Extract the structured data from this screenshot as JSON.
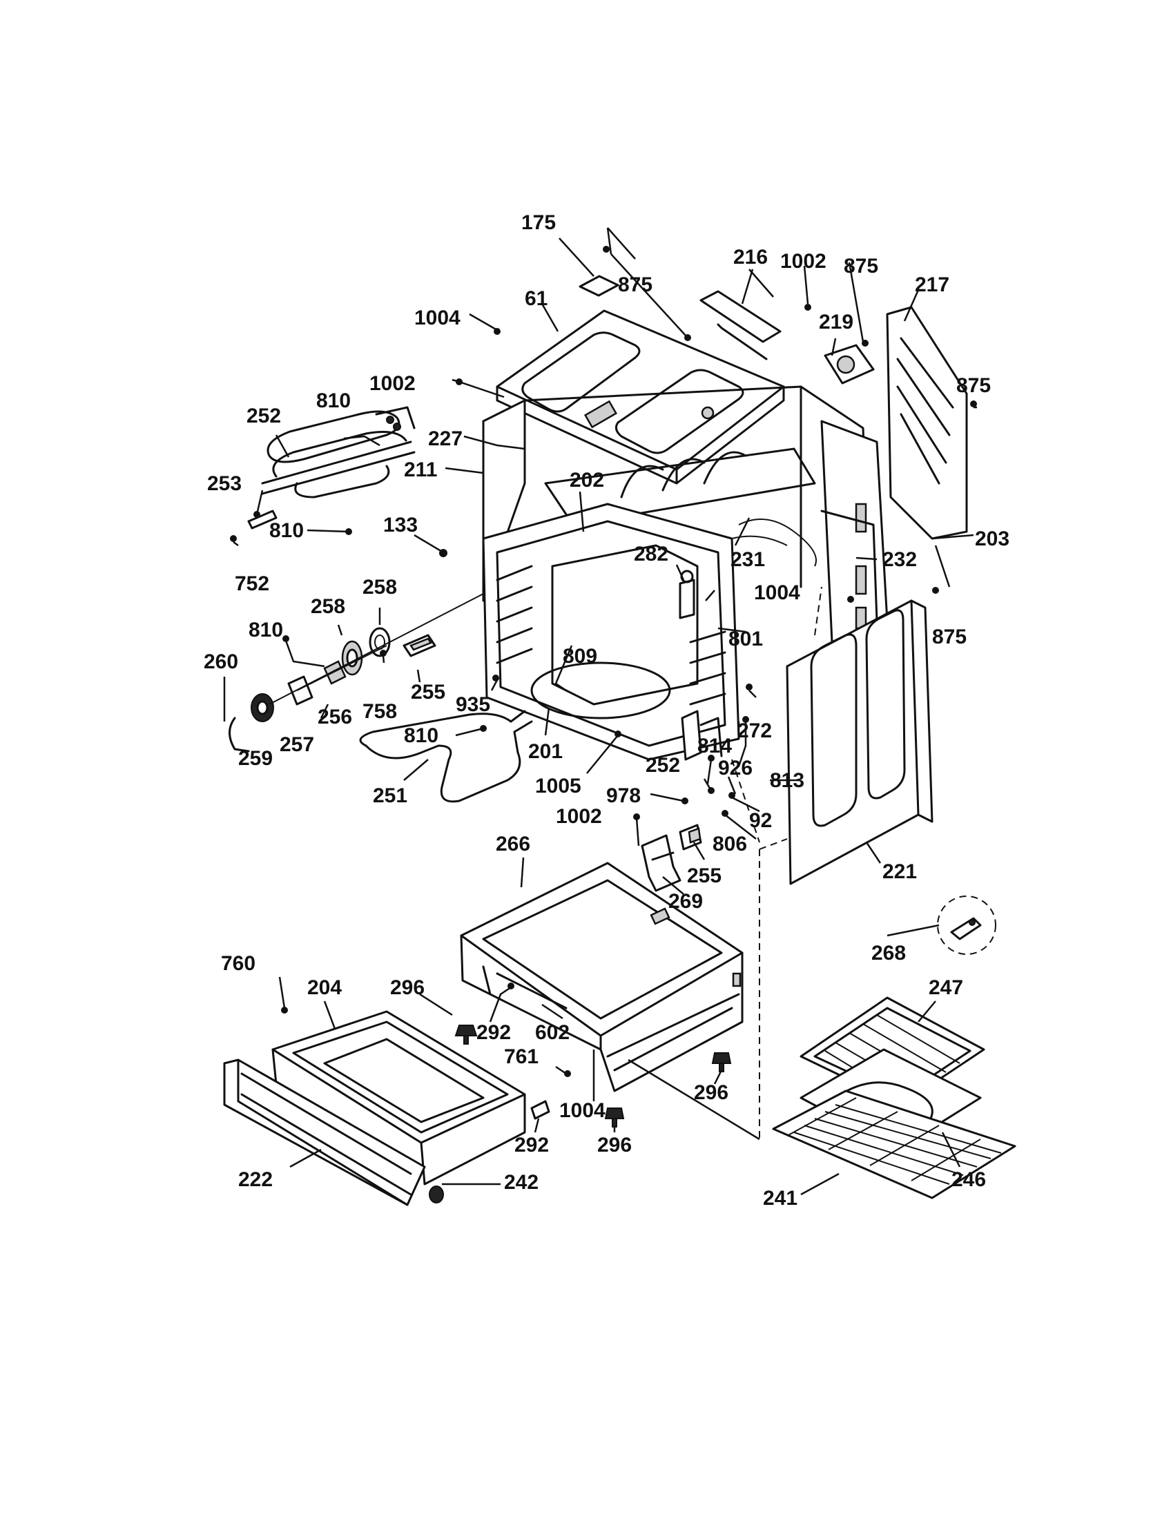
{
  "labels": [
    {
      "id": "l175",
      "text": "175"
    },
    {
      "id": "l875a",
      "text": "875"
    },
    {
      "id": "l216",
      "text": "216"
    },
    {
      "id": "l1002a",
      "text": "1002"
    },
    {
      "id": "l875b",
      "text": "875"
    },
    {
      "id": "l217",
      "text": "217"
    },
    {
      "id": "l61",
      "text": "61"
    },
    {
      "id": "l1004a",
      "text": "1004"
    },
    {
      "id": "l219",
      "text": "219"
    },
    {
      "id": "l875c",
      "text": "875"
    },
    {
      "id": "l1002b",
      "text": "1002"
    },
    {
      "id": "l810a",
      "text": "810"
    },
    {
      "id": "l252a",
      "text": "252"
    },
    {
      "id": "l227",
      "text": "227"
    },
    {
      "id": "l211",
      "text": "211"
    },
    {
      "id": "l202",
      "text": "202"
    },
    {
      "id": "l253",
      "text": "253"
    },
    {
      "id": "l810b",
      "text": "810"
    },
    {
      "id": "l133",
      "text": "133"
    },
    {
      "id": "l203",
      "text": "203"
    },
    {
      "id": "l231",
      "text": "231"
    },
    {
      "id": "l232",
      "text": "232"
    },
    {
      "id": "l282",
      "text": "282"
    },
    {
      "id": "l752",
      "text": "752"
    },
    {
      "id": "l1004b",
      "text": "1004"
    },
    {
      "id": "l258a",
      "text": "258"
    },
    {
      "id": "l258b",
      "text": "258"
    },
    {
      "id": "l875d",
      "text": "875"
    },
    {
      "id": "l810c",
      "text": "810"
    },
    {
      "id": "l801",
      "text": "801"
    },
    {
      "id": "l809",
      "text": "809"
    },
    {
      "id": "l260",
      "text": "260"
    },
    {
      "id": "l255a",
      "text": "255"
    },
    {
      "id": "l758",
      "text": "758"
    },
    {
      "id": "l256",
      "text": "256"
    },
    {
      "id": "l935",
      "text": "935"
    },
    {
      "id": "l272",
      "text": "272"
    },
    {
      "id": "l257",
      "text": "257"
    },
    {
      "id": "l259",
      "text": "259"
    },
    {
      "id": "l810d",
      "text": "810"
    },
    {
      "id": "l201",
      "text": "201"
    },
    {
      "id": "l252b",
      "text": "252"
    },
    {
      "id": "l814",
      "text": "814"
    },
    {
      "id": "l926",
      "text": "926"
    },
    {
      "id": "l813",
      "text": "813"
    },
    {
      "id": "l1005",
      "text": "1005"
    },
    {
      "id": "l251",
      "text": "251"
    },
    {
      "id": "l978",
      "text": "978"
    },
    {
      "id": "l1002c",
      "text": "1002"
    },
    {
      "id": "l92",
      "text": "92"
    },
    {
      "id": "l806",
      "text": "806"
    },
    {
      "id": "l266",
      "text": "266"
    },
    {
      "id": "l255b",
      "text": "255"
    },
    {
      "id": "l221",
      "text": "221"
    },
    {
      "id": "l269",
      "text": "269"
    },
    {
      "id": "l268",
      "text": "268"
    },
    {
      "id": "l760",
      "text": "760"
    },
    {
      "id": "l204",
      "text": "204"
    },
    {
      "id": "l296a",
      "text": "296"
    },
    {
      "id": "l247",
      "text": "247"
    },
    {
      "id": "l292a",
      "text": "292"
    },
    {
      "id": "l602",
      "text": "602"
    },
    {
      "id": "l761",
      "text": "761"
    },
    {
      "id": "l296b",
      "text": "296"
    },
    {
      "id": "l1004c",
      "text": "1004"
    },
    {
      "id": "l292b",
      "text": "292"
    },
    {
      "id": "l296c",
      "text": "296"
    },
    {
      "id": "l222",
      "text": "222"
    },
    {
      "id": "l242",
      "text": "242"
    },
    {
      "id": "l241",
      "text": "241"
    },
    {
      "id": "l246",
      "text": "246"
    }
  ]
}
